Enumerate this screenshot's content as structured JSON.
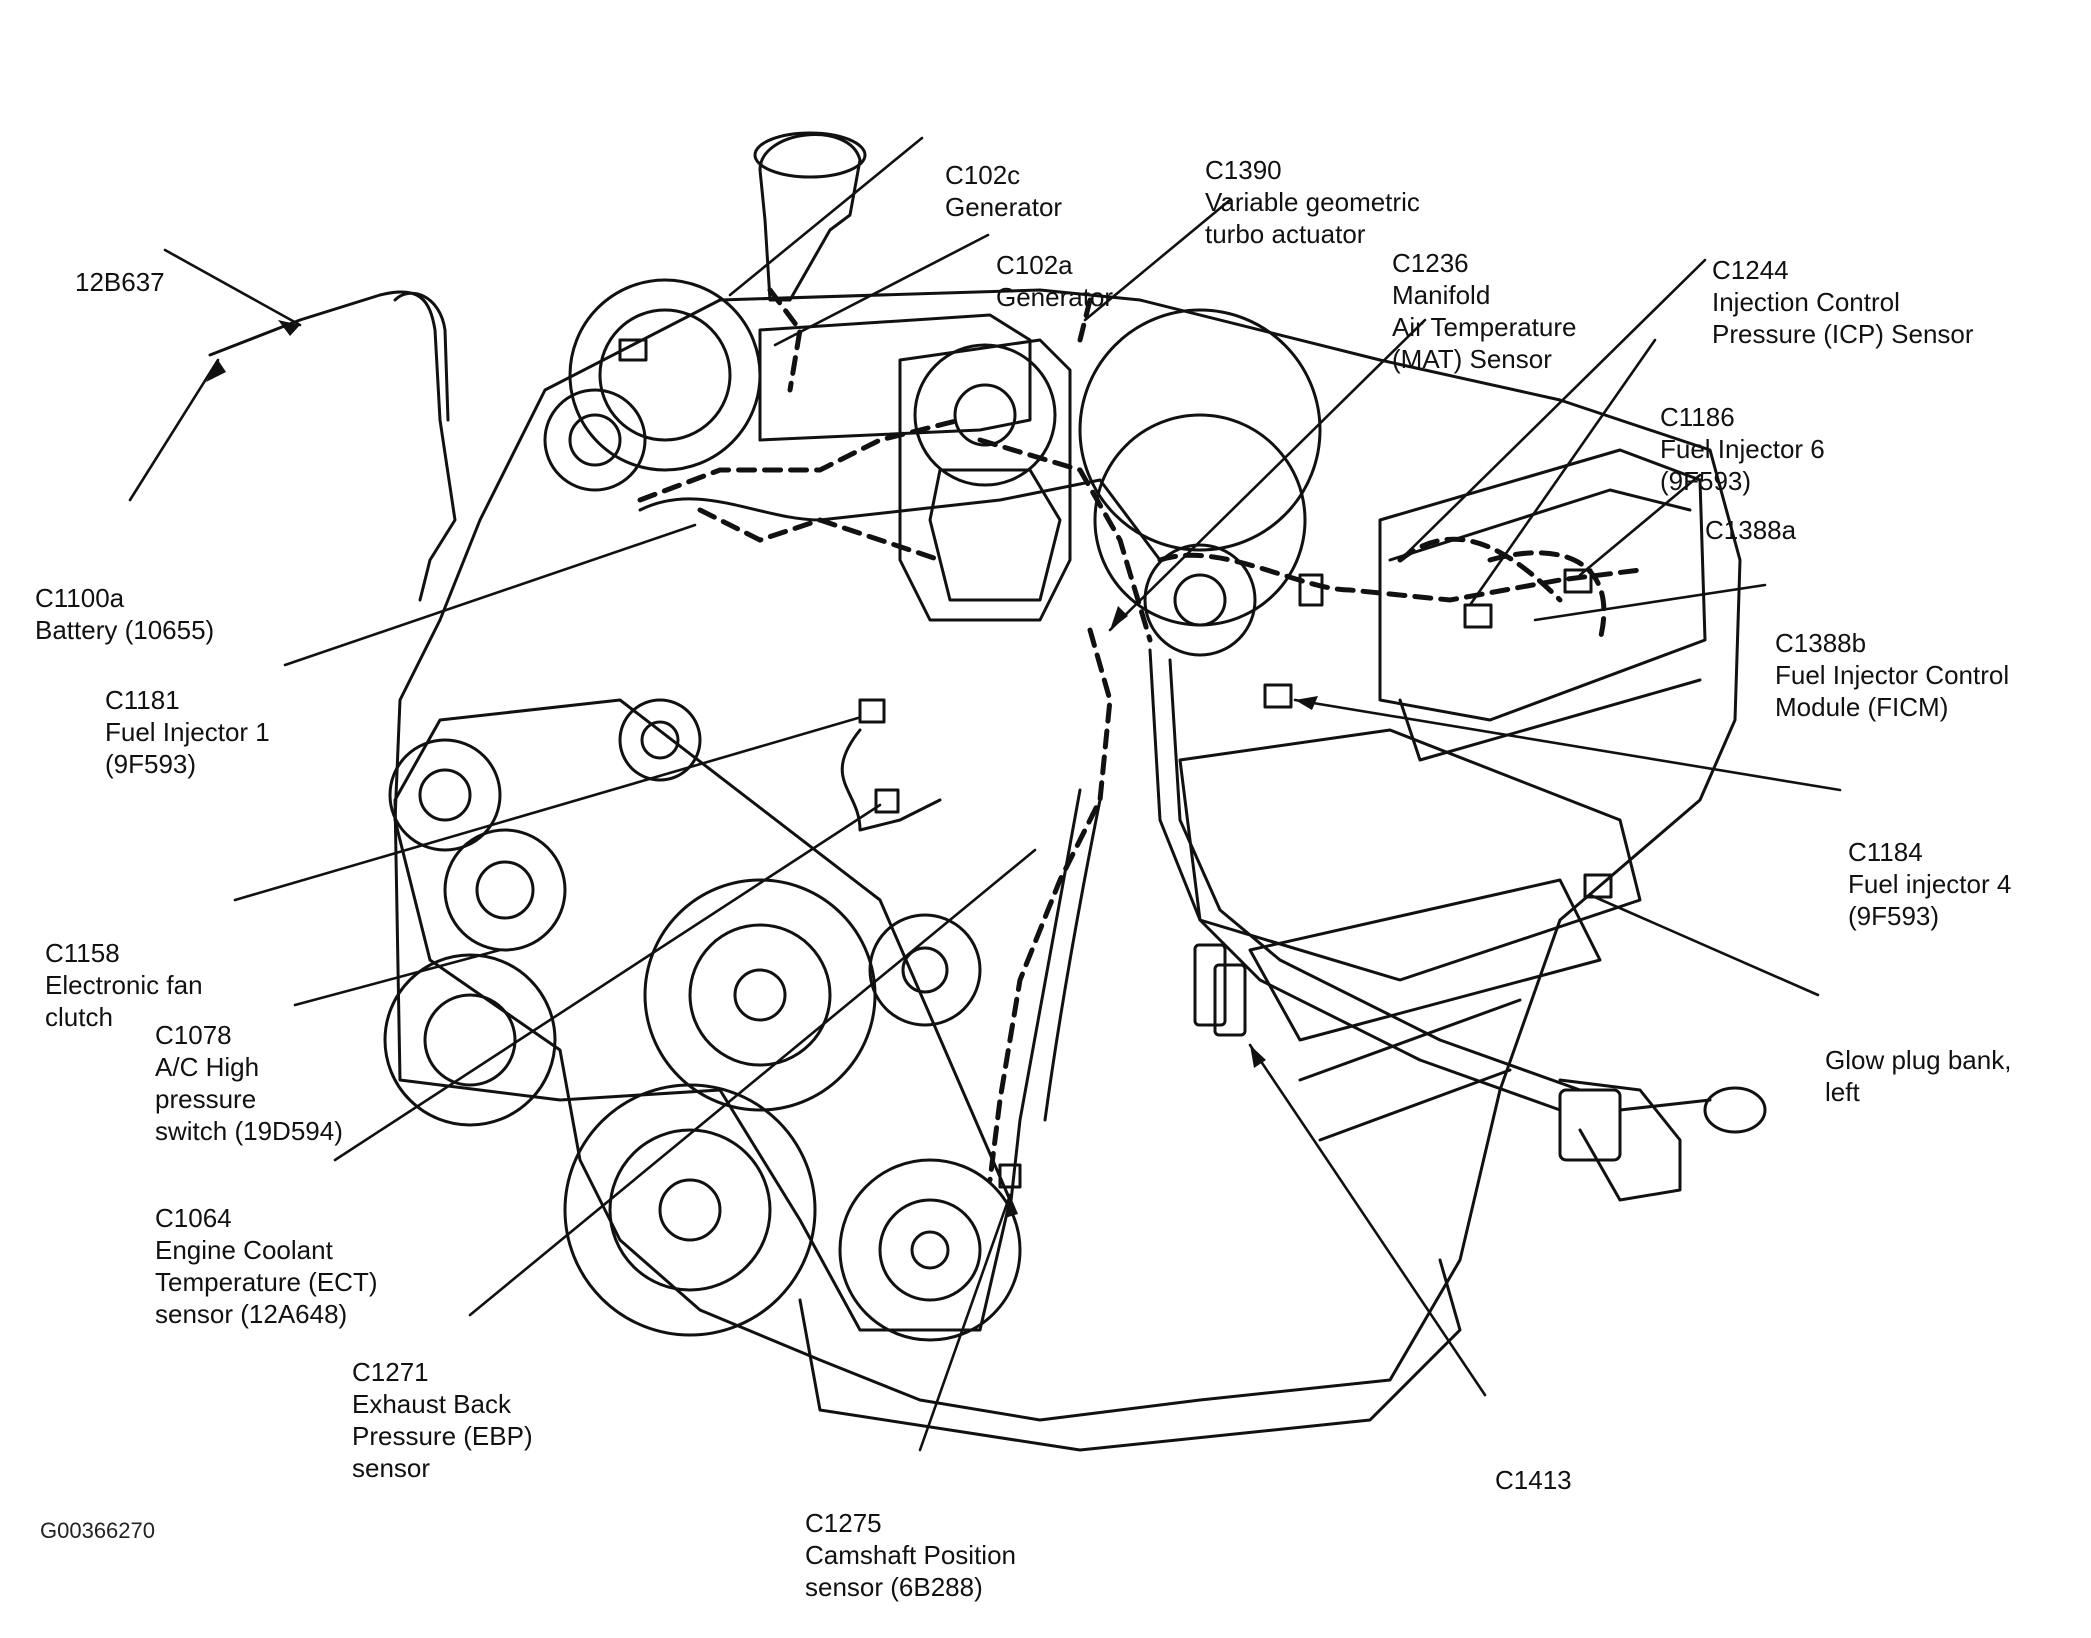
{
  "figure_id": "G00366270",
  "colors": {
    "ink": "#111111",
    "background": "#ffffff"
  },
  "callouts": [
    {
      "key": "c102c",
      "lines": [
        "C102c",
        "Generator"
      ]
    },
    {
      "key": "c1390",
      "lines": [
        "C1390",
        "Variable geometric",
        "turbo actuator"
      ]
    },
    {
      "key": "c102a",
      "lines": [
        "C102a",
        "Generator"
      ]
    },
    {
      "key": "c1236",
      "lines": [
        "C1236",
        "Manifold",
        "Air Temperature",
        "(MAT) Sensor"
      ]
    },
    {
      "key": "c1244",
      "lines": [
        "C1244",
        "Injection Control",
        "Pressure (ICP) Sensor"
      ]
    },
    {
      "key": "p12b637",
      "lines": [
        "12B637"
      ]
    },
    {
      "key": "c1186",
      "lines": [
        "C1186",
        "Fuel Injector 6",
        "(9F593)"
      ]
    },
    {
      "key": "c1388a",
      "lines": [
        "C1388a"
      ]
    },
    {
      "key": "c1100a",
      "lines": [
        "C1100a",
        "Battery (10655)"
      ]
    },
    {
      "key": "c1388b",
      "lines": [
        "C1388b",
        "Fuel Injector Control",
        "Module (FICM)"
      ]
    },
    {
      "key": "c1181",
      "lines": [
        "C1181",
        "Fuel Injector 1",
        "(9F593)"
      ]
    },
    {
      "key": "c1184",
      "lines": [
        "C1184",
        "Fuel injector 4",
        "(9F593)"
      ]
    },
    {
      "key": "c1158",
      "lines": [
        "C1158",
        "Electronic fan",
        "clutch"
      ]
    },
    {
      "key": "c1078",
      "lines": [
        "C1078",
        "A/C High",
        "pressure",
        "switch (19D594)"
      ]
    },
    {
      "key": "glow",
      "lines": [
        "Glow plug bank,",
        "left"
      ]
    },
    {
      "key": "c1064",
      "lines": [
        "C1064",
        "Engine Coolant",
        "Temperature (ECT)",
        "sensor (12A648)"
      ]
    },
    {
      "key": "c1271",
      "lines": [
        "C1271",
        "Exhaust Back",
        "Pressure (EBP)",
        "sensor"
      ]
    },
    {
      "key": "c1413",
      "lines": [
        "C1413"
      ]
    },
    {
      "key": "c1275",
      "lines": [
        "C1275",
        "Camshaft Position",
        "sensor (6B288)"
      ]
    }
  ]
}
